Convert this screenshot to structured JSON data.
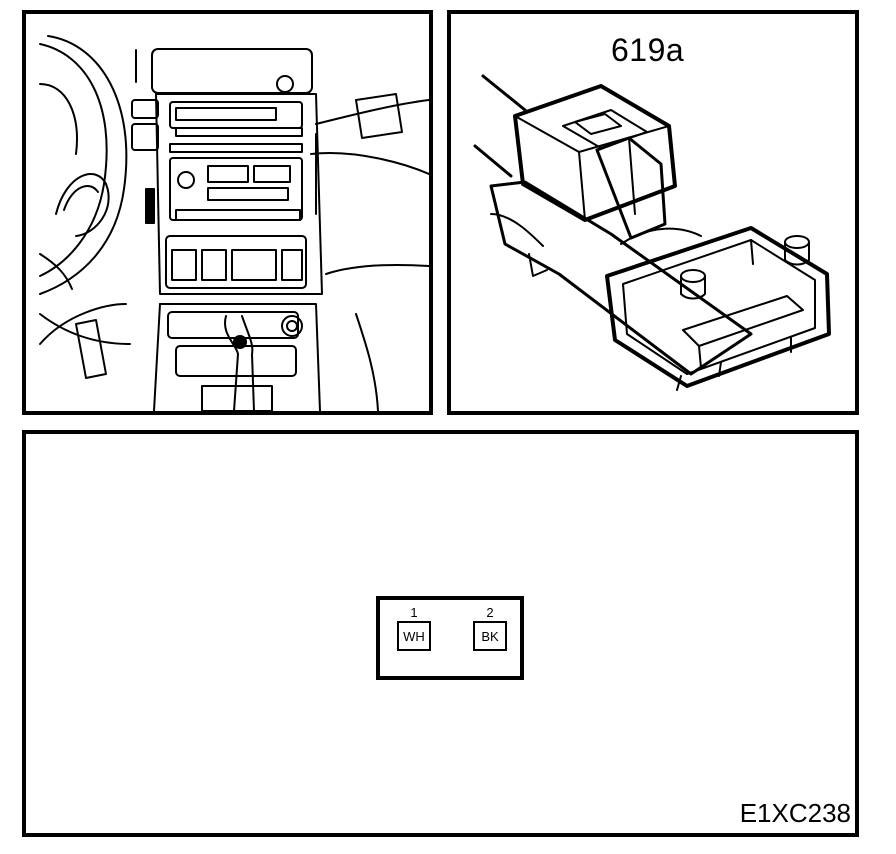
{
  "connector": {
    "label": "619a",
    "figure_code": "E1XC238",
    "pins": [
      {
        "number": "1",
        "color_code": "WH"
      },
      {
        "number": "2",
        "color_code": "BK"
      }
    ]
  },
  "icons": {
    "dashboard_view": "dashboard-location-icon",
    "connector_view": "connector-drawing-icon"
  },
  "colors": {
    "line": "#000000",
    "background": "#ffffff"
  }
}
